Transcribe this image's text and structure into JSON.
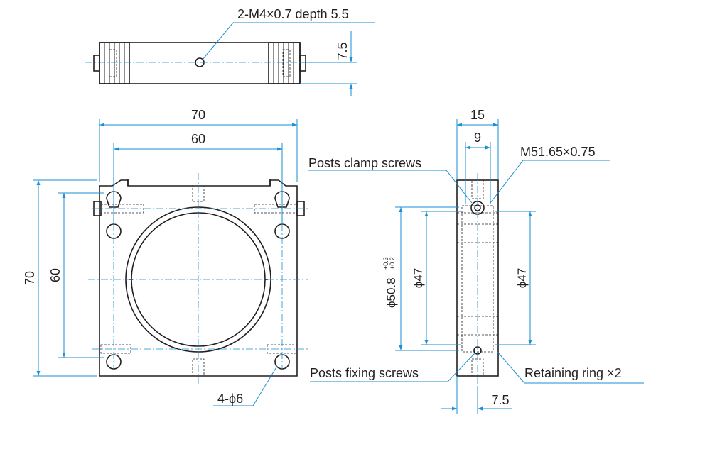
{
  "top_view": {
    "thread_callout": "2-M4×0.7 depth 5.5",
    "height_dim": "7.5"
  },
  "front_view": {
    "outer_width": "70",
    "hole_pitch_width": "60",
    "outer_height": "70",
    "hole_pitch_height": "60",
    "hole_callout": "4-ϕ6"
  },
  "side_view": {
    "width": "15",
    "inner_width": "9",
    "thread_callout": "M51.65×0.75",
    "bore_left": "ϕ47",
    "bore_right": "ϕ47",
    "clear_aperture": "ϕ50.8",
    "tol_upper": "+0.3",
    "tol_lower": "+0.2",
    "offset_dim": "7.5"
  },
  "labels": {
    "posts_clamp": "Posts clamp screws",
    "posts_fixing": "Posts fixing screws",
    "retaining_ring": "Retaining ring ×2"
  },
  "colors": {
    "dimension_line": "#1a8fd6",
    "part_outline": "#231f20"
  }
}
